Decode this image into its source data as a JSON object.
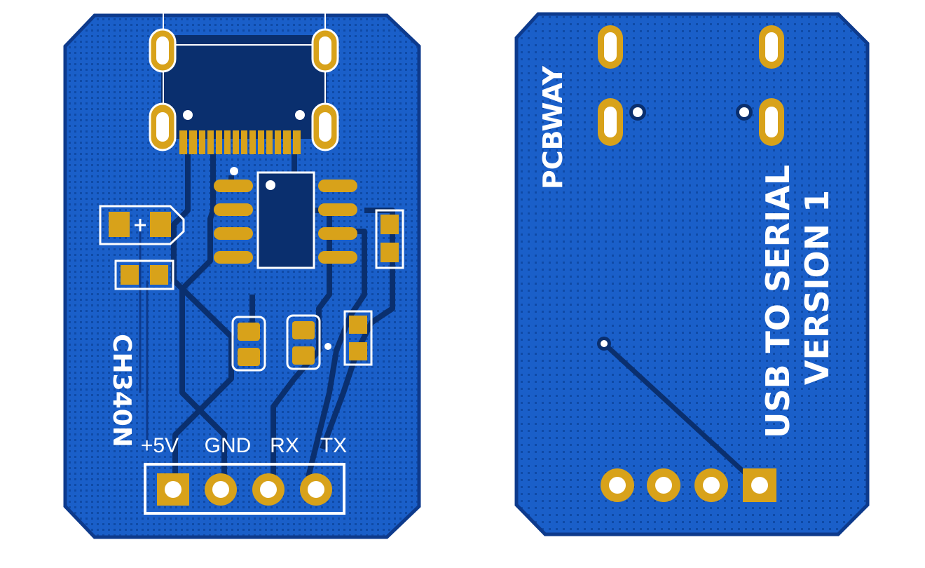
{
  "colors": {
    "board": "#1a5fc9",
    "board_edge": "#0d3a8c",
    "copper_dark": "#0a2f6e",
    "pad_gold": "#d8a21a",
    "silk": "#ffffff"
  },
  "front": {
    "chip_label": "CH340N",
    "pins": [
      {
        "label": "+5V"
      },
      {
        "label": "GND"
      },
      {
        "label": "RX"
      },
      {
        "label": "TX"
      }
    ]
  },
  "back": {
    "brand": "PCBWAY",
    "title": "USB TO SERIAL",
    "version": "VERSION 1"
  }
}
